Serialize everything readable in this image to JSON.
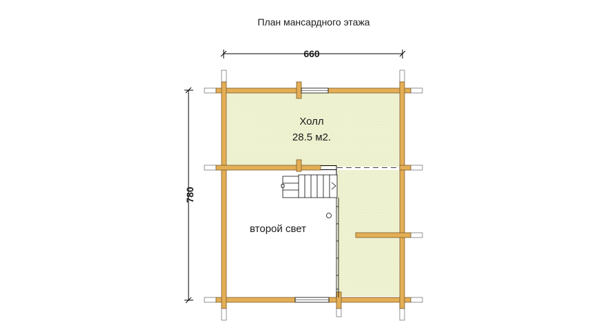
{
  "title": "План мансардного этажа",
  "dimensions": {
    "width": "660",
    "height": "780"
  },
  "rooms": {
    "hall_name": "Холл",
    "hall_area": "28.5 м2.",
    "second_light": "второй свет"
  },
  "colors": {
    "log": "#E3AE55",
    "log_outline": "#7A5A2A",
    "floor": "#EEF2D0",
    "line": "#000000"
  }
}
